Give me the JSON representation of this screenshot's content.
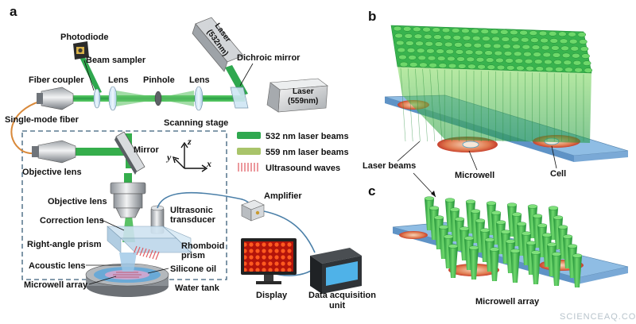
{
  "panels": {
    "a": "a",
    "b": "b",
    "c": "c"
  },
  "labels": {
    "photodiode": "Photodiode",
    "beam_sampler": "Beam sampler",
    "laser532": "Laser",
    "laser532_wl": "(532nm)",
    "dichroic": "Dichroic mirror",
    "fiber_coupler": "Fiber coupler",
    "lens1": "Lens",
    "pinhole": "Pinhole",
    "lens2": "Lens",
    "laser559": "Laser",
    "laser559_wl": "(559nm)",
    "single_mode_fiber": "Single-mode fiber",
    "scanning_stage": "Scanning stage",
    "mirror": "Mirror",
    "objective_lens_top": "Objective lens",
    "objective_lens": "Objective lens",
    "correction_lens": "Correction lens",
    "ultrasonic_transducer": "Ultrasonic",
    "ultrasonic_transducer2": "transducer",
    "amplifier": "Amplifier",
    "right_angle_prism": "Right-angle prism",
    "rhomboid_prism": "Rhomboid",
    "rhomboid_prism2": "prism",
    "acoustic_lens": "Acoustic lens",
    "silicone_oil": "Silicone oil",
    "microwell_array_a": "Microwell array",
    "water_tank": "Water tank",
    "display": "Display",
    "data_acquisition": "Data acquisition",
    "data_acquisition2": "unit",
    "laser_beams": "Laser beams",
    "microwell": "Microwell",
    "cell": "Cell",
    "microwell_array_c": "Microwell array"
  },
  "axes": {
    "z": "z",
    "y": "y",
    "x": "x"
  },
  "legend": [
    {
      "label": "532 nm laser beams",
      "color": "#2fa84f"
    },
    {
      "label": "559 nm laser beams",
      "color": "#a9c46a"
    },
    {
      "label": "Ultrasound waves",
      "color": "#e0555c"
    }
  ],
  "watermark": "SCIENCEAQ.COM",
  "colors": {
    "beam_green": "#36b24a",
    "substrate_blue": "#7fb0dc",
    "well_red": "#d9533c",
    "frame_dash": "#3a5f7a"
  }
}
